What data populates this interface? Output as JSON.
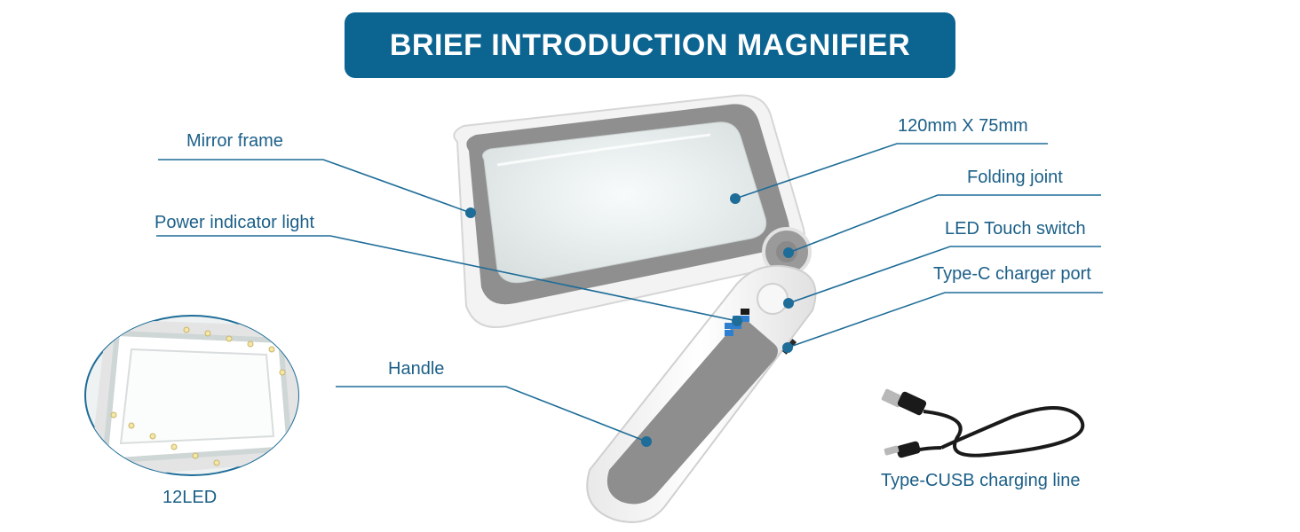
{
  "title": "BRIEF INTRODUCTION MAGNIFIER",
  "colors": {
    "banner": "#0c6491",
    "label_text": "#1b5f88",
    "leader_line": "#1e6d98",
    "frame_gray": "#8c8c8c",
    "body_white": "#f4f4f4"
  },
  "labels": {
    "mirror_frame": "Mirror frame",
    "power_indicator": "Power indicator light",
    "handle": "Handle",
    "led_count": "12LED",
    "lens_size": "120mm X 75mm",
    "folding_joint": "Folding joint",
    "touch_switch": "LED Touch switch",
    "charger_port": "Type-C charger port",
    "charging_line": "Type-CUSB charging line"
  }
}
